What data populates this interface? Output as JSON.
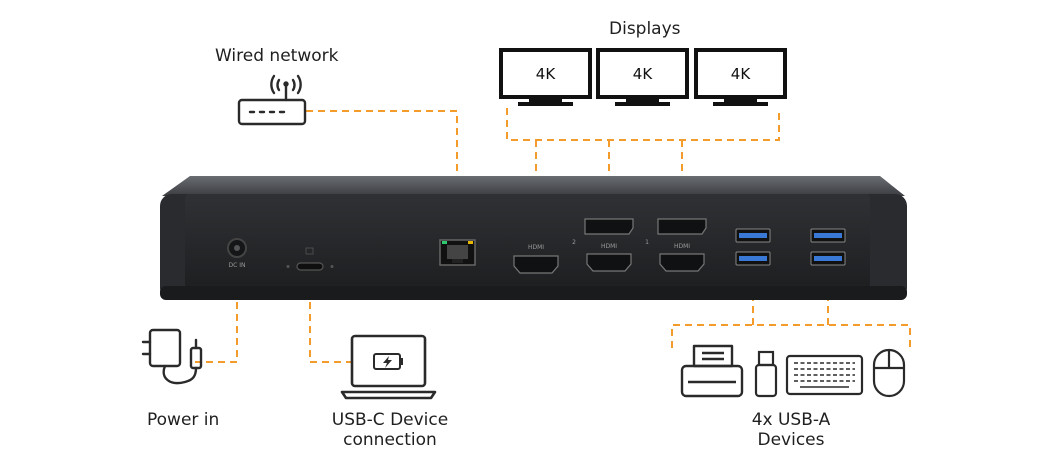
{
  "labels": {
    "displays": "Displays",
    "wired_network": "Wired network",
    "power_in": "Power in",
    "usbc_line1": "USB-C Device",
    "usbc_line2": "connection",
    "usba_line1": "4x USB-A",
    "usba_line2": "Devices"
  },
  "monitors": [
    {
      "label": "4K"
    },
    {
      "label": "4K"
    },
    {
      "label": "4K"
    }
  ],
  "dock": {
    "dc_label": "DC IN",
    "hdmi_label": "HDMI",
    "display_index_2": "2",
    "display_index_1": "1"
  },
  "colors": {
    "connector_line": "#F39C2C",
    "dock_body": "#2b2d30",
    "usb_port": "#3a78d6",
    "icon_stroke": "#2a2a2a"
  },
  "icons": [
    "router-icon",
    "monitor-icon",
    "power-adapter-icon",
    "laptop-icon",
    "battery-charging-icon",
    "printer-icon",
    "usb-stick-icon",
    "keyboard-icon",
    "mouse-icon"
  ]
}
